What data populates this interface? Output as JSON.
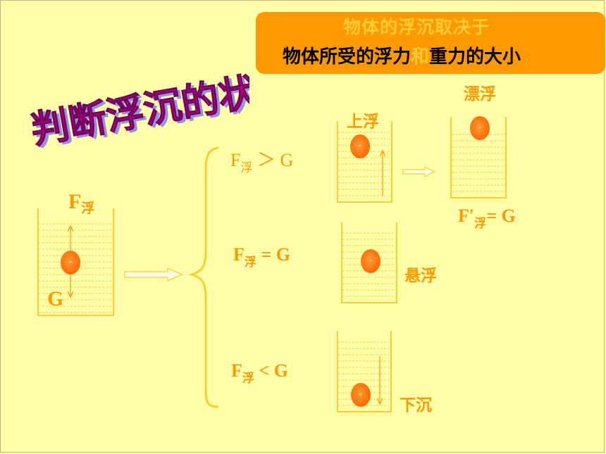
{
  "title": "判断浮沉的状态",
  "banner": {
    "line1": "物体的浮沉取决于",
    "line2_part1": "物体所受的浮力",
    "line2_and": "和",
    "line2_part2": "重力的大小"
  },
  "force_labels": {
    "buoyancy_F": "F",
    "buoyancy_sub": "浮",
    "gravity": "G"
  },
  "conditions": [
    {
      "F": "F",
      "sub": "浮",
      "rest": " ＞ G"
    },
    {
      "F": "F",
      "sub": "浮",
      "rest": " = G"
    },
    {
      "F": "F",
      "sub": "浮",
      "rest": " < G"
    }
  ],
  "states": {
    "rise": "上浮",
    "float": "漂浮",
    "suspend": "悬浮",
    "sink": "下沉"
  },
  "float_condition": {
    "F": "F′",
    "sub": "浮",
    "rest": "= G"
  },
  "colors": {
    "background": "#FFFFAA",
    "accent": "#FF9900",
    "highlight": "#FFCC33",
    "title_fill": "#C0007A",
    "title_shadow": "#8B7FD0",
    "ball": "#FF6600"
  }
}
